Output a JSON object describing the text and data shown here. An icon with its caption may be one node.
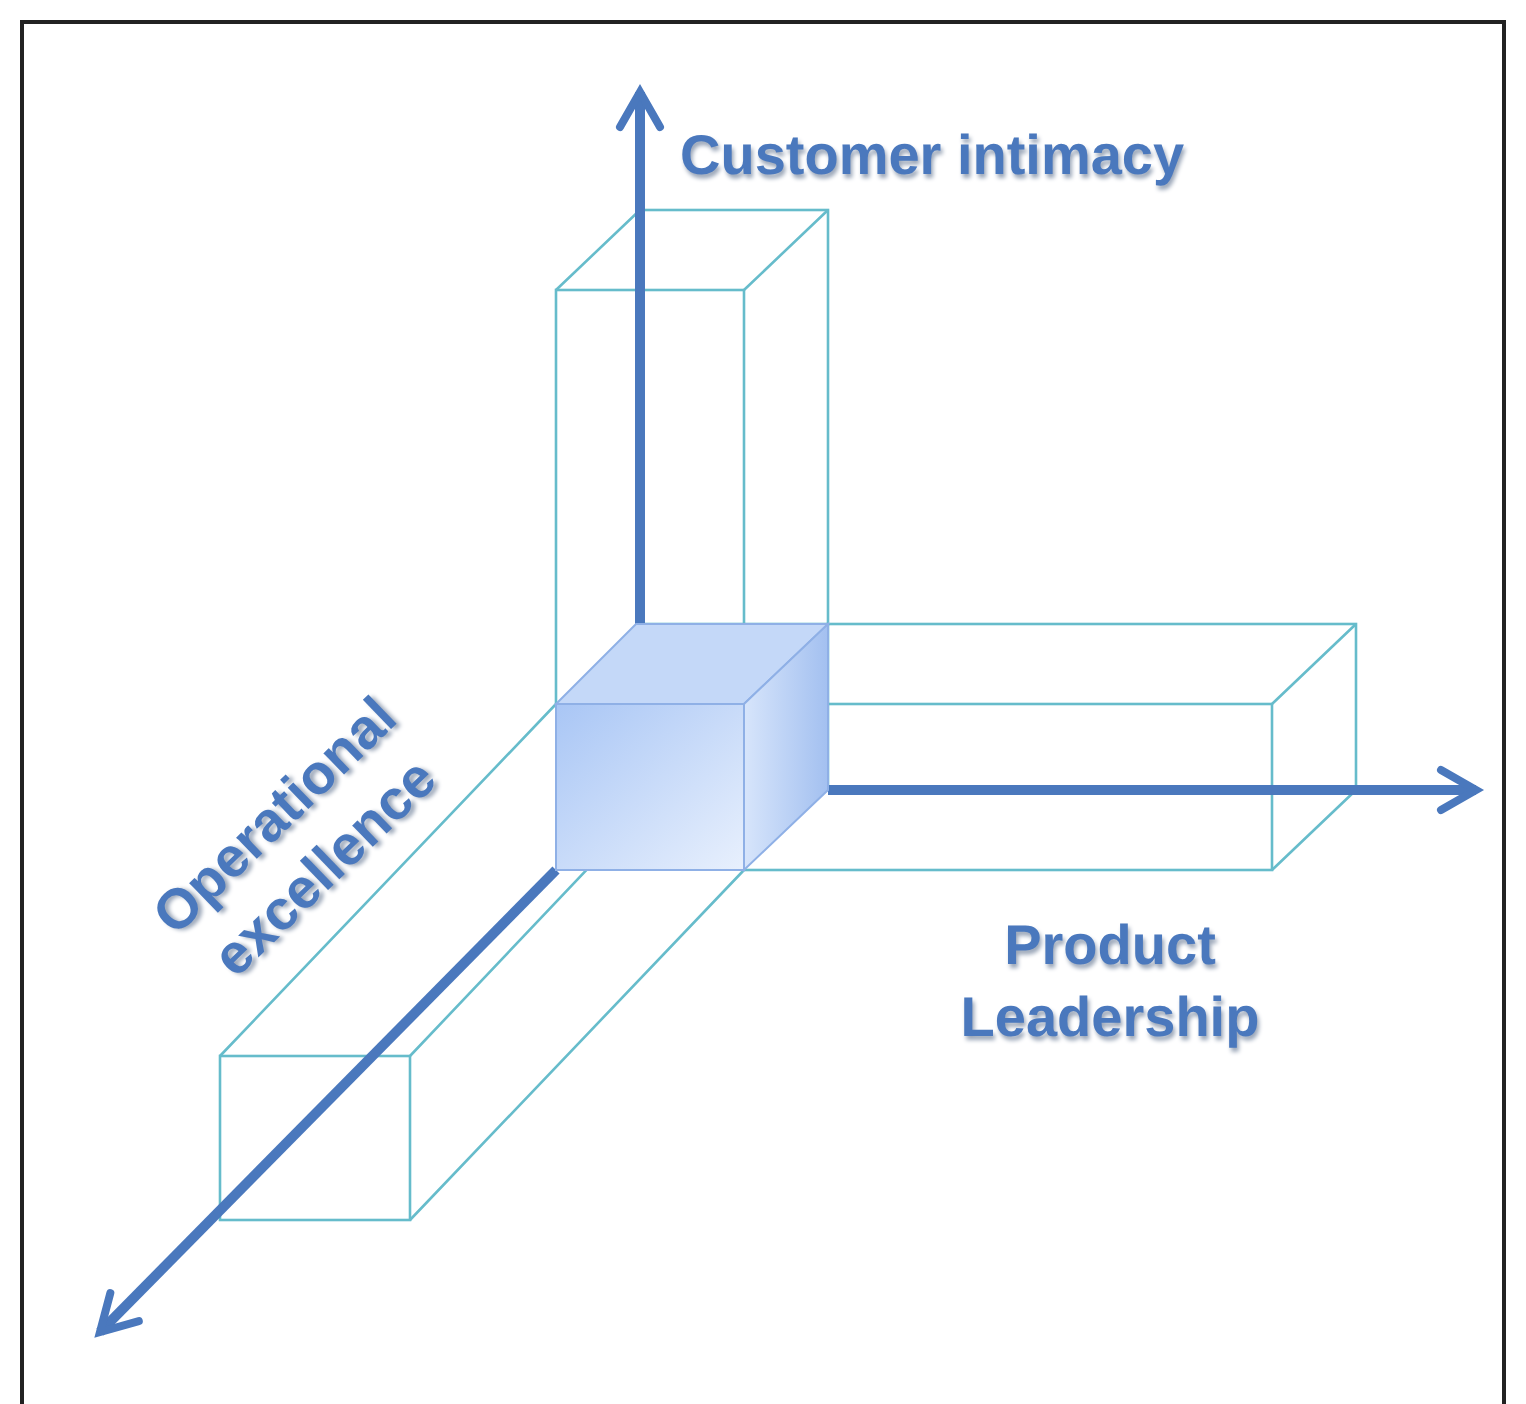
{
  "diagram": {
    "labels": [
      "Customer intimacy",
      "Operational excellence",
      "Product Leadership"
    ]
  }
}
